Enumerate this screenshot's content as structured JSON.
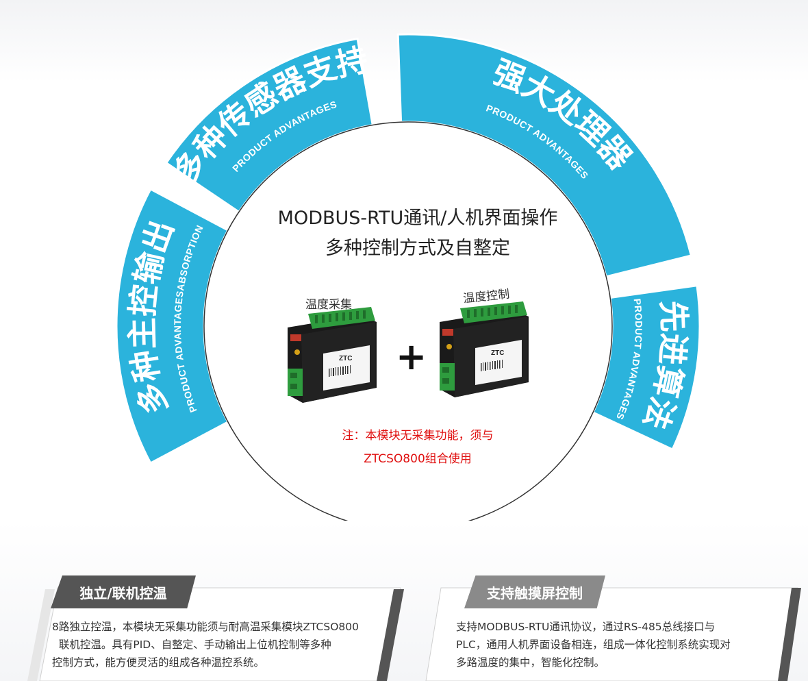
{
  "ring": {
    "color": "#2bb3dc",
    "segments": [
      {
        "title": "多种主控输出",
        "subtitle": "PRODUCT ADVANTAGESABSORPTION"
      },
      {
        "title": "多种传感器支持",
        "subtitle": "PRODUCT ADVANTAGES"
      },
      {
        "title": "强大处理器",
        "subtitle": "PRODUCT ADVANTAGES"
      },
      {
        "title": "先进算法",
        "subtitle": "PRODUCT ADVANTAGES"
      }
    ]
  },
  "center": {
    "line1": "MODBUS-RTU通讯/人机界面操作",
    "line2": "多种控制方式及自整定",
    "module_left_label": "温度采集",
    "module_right_label": "温度控制",
    "brand": "ZTC",
    "plus": "+",
    "note_line1": "注：本模块无采集功能，须与",
    "note_line2": "ZTCSO800组合使用",
    "note_color": "#e01010"
  },
  "cards": [
    {
      "tab": "独立/联机控温",
      "tab_color": "#555555",
      "lines": [
        "8路独立控温，本模块无采集功能须与耐高温采集模块ZTCSO800",
        "  联机控温。具有PID、自整定、手动输出上位机控制等多种",
        "控制方式，能方便灵活的组成各种温控系统。"
      ]
    },
    {
      "tab": "支持触摸屏控制",
      "tab_color": "#8a8a8a",
      "lines": [
        "支持MODBUS-RTU通讯协议，通过RS-485总线接口与",
        "PLC，通用人机界面设备相连，组成一体化控制系统实现对",
        "多路温度的集中，智能化控制。"
      ]
    }
  ]
}
